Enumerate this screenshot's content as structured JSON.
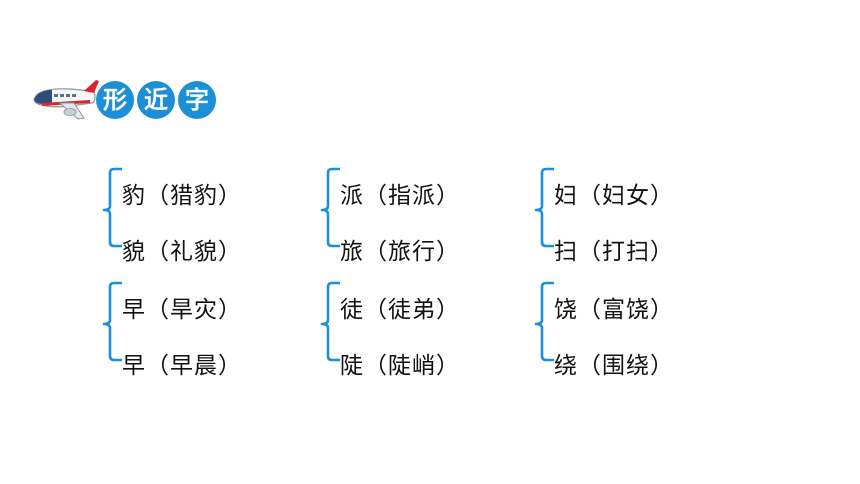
{
  "header": {
    "title_chars": [
      "形",
      "近",
      "字"
    ]
  },
  "colors": {
    "accent": "#1d8fd6",
    "plane_stripe": "#d9262e"
  },
  "groups": [
    {
      "top": "豹（猎豹）",
      "bottom": "貌（礼貌）"
    },
    {
      "top": "派（指派）",
      "bottom": "旅（旅行）"
    },
    {
      "top": "妇（妇女）",
      "bottom": "扫（打扫）"
    },
    {
      "top": "早（旱灾）",
      "bottom": "早（早晨）"
    },
    {
      "top": "徒（徒弟）",
      "bottom": "陡（陡峭）"
    },
    {
      "top": "饶（富饶）",
      "bottom": "绕（围绕）"
    }
  ]
}
